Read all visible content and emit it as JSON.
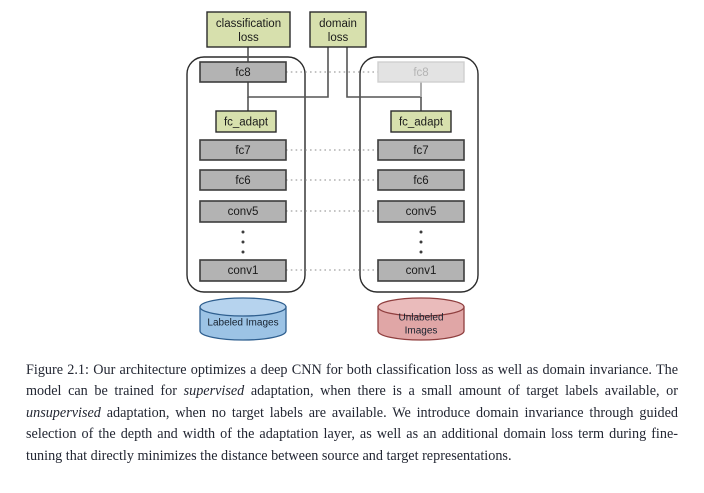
{
  "figure": {
    "losses": [
      {
        "id": "classification-loss",
        "lines": [
          "classification",
          "loss"
        ]
      },
      {
        "id": "domain-loss",
        "lines": [
          "domain",
          "loss"
        ]
      }
    ],
    "branches": [
      {
        "id": "source-branch",
        "adapt_label": "fc_adapt",
        "layers": [
          "fc8",
          "fc7",
          "fc6",
          "conv5",
          "conv1"
        ],
        "ellipsis": "⋮",
        "datastore": {
          "lines": [
            "Labeled Images"
          ],
          "color": "#9cc3e5"
        }
      },
      {
        "id": "target-branch",
        "adapt_label": "fc_adapt",
        "layers": [
          "fc8",
          "fc7",
          "fc6",
          "conv5",
          "conv1"
        ],
        "ellipsis": "⋮",
        "datastore": {
          "lines": [
            "Unlabeled",
            "Images"
          ],
          "color": "#e0a6a6"
        }
      }
    ],
    "colors": {
      "loss_box": "#d7e0ad",
      "loss_border": "#2b2b2b",
      "layer_box": "#b3b3b3",
      "layer_border": "#3d3d3d",
      "faded_box": "#e3e3e3",
      "faded_border": "#cfcfcf",
      "adapt_box": "#d7e0ad",
      "adapt_border": "#2b2b2b",
      "container_border": "#2b2b2b",
      "connector": "#555555",
      "dotted": "#8a8a8a",
      "source_db": "#9cc3e5",
      "source_db_border": "#2f5f8f",
      "target_db": "#e0a6a6",
      "target_db_border": "#8f3f3f"
    }
  },
  "caption": {
    "figure_number": "Figure 2.1:",
    "part1": " Our architecture optimizes a deep CNN for both classification loss as well as domain invariance. The model can be trained for ",
    "em1": "supervised",
    "part2": " adaptation, when there is a small amount of target labels available, or ",
    "em2": "unsupervised",
    "part3": " adaptation, when no target labels are available. We introduce domain invariance through guided selection of the depth and width of the adaptation layer, as well as an additional domain loss term during fine-tuning that directly minimizes the distance between source and target representations."
  }
}
